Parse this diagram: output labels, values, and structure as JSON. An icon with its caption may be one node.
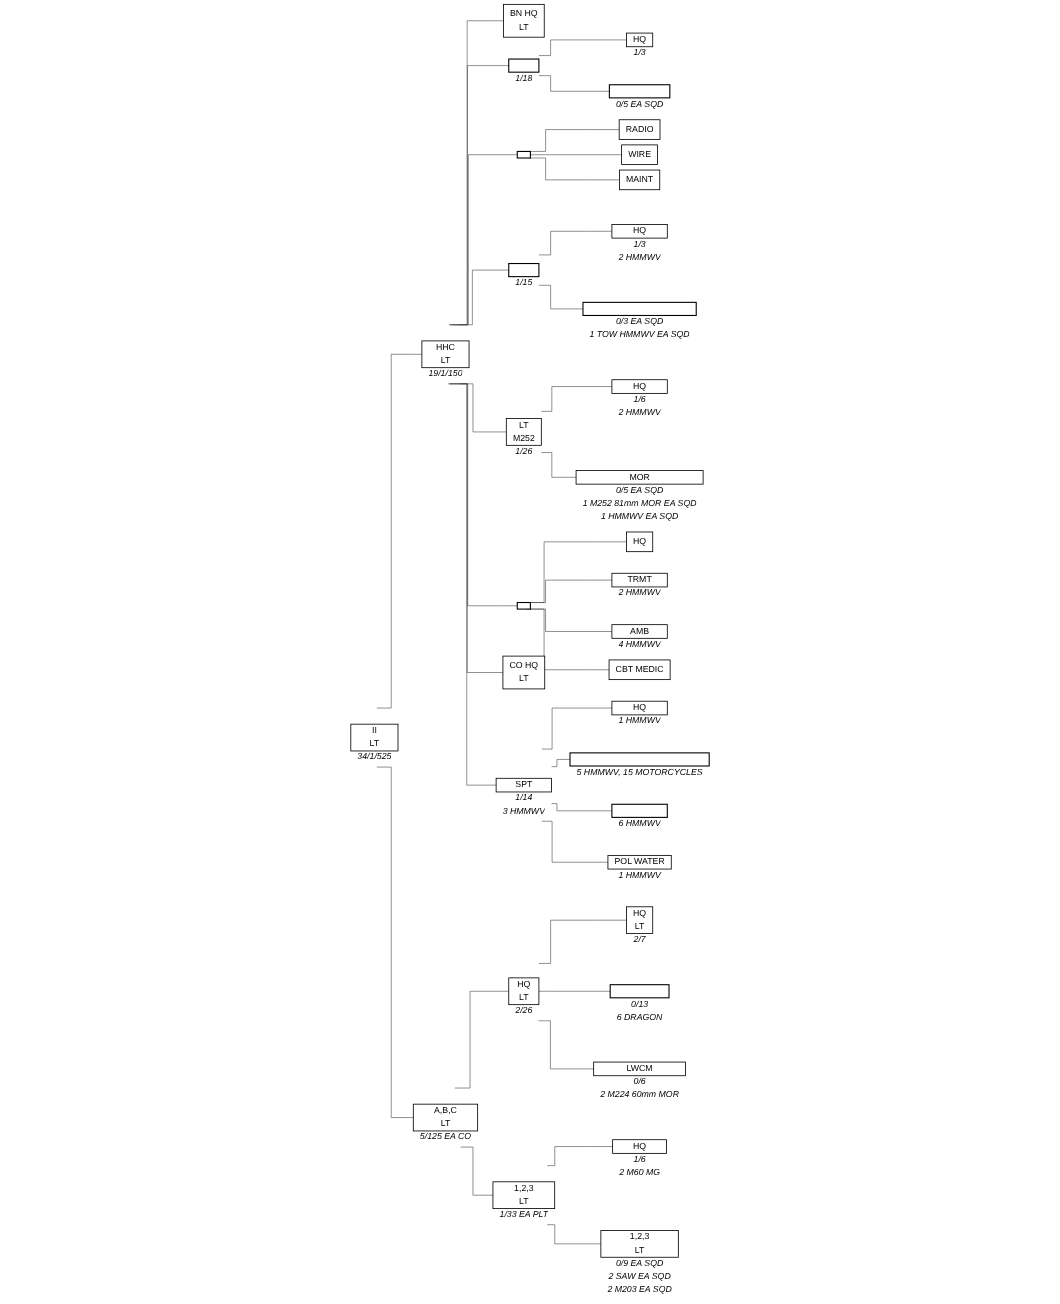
{
  "diagram": {
    "nodes": [
      {
        "text": [
          "II",
          "LT"
        ],
        "beside": [
          "34/1/525"
        ]
      },
      {
        "text": [
          "HHC",
          "LT"
        ],
        "beside": [
          "19/1/150"
        ]
      },
      {
        "text": [
          "A,B,C",
          "LT"
        ],
        "beside": [
          "5/125 EA CO"
        ]
      },
      {
        "text": [
          "HQ",
          "LT"
        ],
        "beside": [
          "2/26"
        ]
      },
      {
        "text": [
          "1,2,3",
          "LT"
        ],
        "beside": [
          "1/33 EA PLT"
        ]
      },
      {
        "text": [
          "HQ",
          "LT"
        ],
        "beside": [
          "2/7"
        ]
      },
      {
        "text": [],
        "shape": "box",
        "beside": [
          "0/13",
          "6 DRAGON"
        ]
      },
      {
        "text": [
          "LWCM"
        ],
        "beside": [
          "0/6",
          "2 M224 60mm MOR"
        ]
      },
      {
        "text": [
          "HQ"
        ],
        "beside": [
          "1/6",
          "2 M60 MG"
        ]
      },
      {
        "text": [
          "1,2,3",
          "LT"
        ],
        "beside": [
          "0/9 EA SQD",
          "2 SAW EA SQD",
          "2 M203 EA SQD"
        ]
      },
      {
        "text": [
          "BN HQ",
          "LT"
        ]
      },
      {
        "text": [],
        "shape": "box",
        "beside": [
          "1/18"
        ]
      },
      {
        "text": [
          "HQ"
        ],
        "beside": [
          "1/3"
        ]
      },
      {
        "text": [],
        "shape": "box",
        "beside": [
          "0/5 EA SQD"
        ]
      },
      {
        "text": [],
        "shape": "box"
      },
      {
        "text": [
          "RADIO"
        ]
      },
      {
        "text": [
          "WIRE"
        ]
      },
      {
        "text": [
          "MAINT"
        ]
      },
      {
        "text": [],
        "shape": "box",
        "beside": [
          "1/15"
        ]
      },
      {
        "text": [
          "HQ"
        ],
        "beside": [
          "1/3",
          "2 HMMWV"
        ]
      },
      {
        "text": [],
        "shape": "box",
        "beside": [
          "0/3 EA SQD",
          "1 TOW HMMWV EA SQD"
        ]
      },
      {
        "text": [
          "LT",
          "M252"
        ],
        "beside": [
          "1/26"
        ]
      },
      {
        "text": [
          "HQ"
        ],
        "beside": [
          "1/6",
          "2 HMMWV"
        ]
      },
      {
        "text": [
          "MOR"
        ],
        "beside": [
          "0/5 EA SQD",
          "1 M252 81mm MOR EA SQD",
          "1 HMMWV EA SQD"
        ]
      },
      {
        "text": [],
        "shape": "box"
      },
      {
        "text": [
          "HQ"
        ]
      },
      {
        "text": [
          "TRMT"
        ],
        "beside": [
          "2 HMMWV"
        ]
      },
      {
        "text": [
          "AMB"
        ],
        "beside": [
          "4 HMMWV"
        ]
      },
      {
        "text": [
          "CBT MEDIC"
        ]
      },
      {
        "text": [
          "CO HQ",
          "LT"
        ]
      },
      {
        "text": [
          "SPT"
        ],
        "beside": [
          "1/14",
          "3 HMMWV"
        ]
      },
      {
        "text": [
          "HQ"
        ],
        "beside": [
          "1 HMMWV"
        ]
      },
      {
        "text": [],
        "shape": "box",
        "beside": [
          "5 HMMWV, 15 MOTORCYCLES"
        ]
      },
      {
        "text": [],
        "shape": "box",
        "beside": [
          "6 HMMWV"
        ]
      },
      {
        "text": [
          "POL WATER"
        ],
        "beside": [
          "1 HMMWV"
        ]
      }
    ],
    "edges": [
      {
        "from": 0,
        "to": 1,
        "arrow": "none"
      },
      {
        "from": 0,
        "to": 2,
        "arrow": "none"
      },
      {
        "from": 2,
        "to": 3,
        "arrow": "none"
      },
      {
        "from": 2,
        "to": 4,
        "arrow": "none"
      },
      {
        "from": 3,
        "to": 5,
        "arrow": "none"
      },
      {
        "from": 3,
        "to": 6,
        "arrow": "none"
      },
      {
        "from": 3,
        "to": 7,
        "arrow": "none"
      },
      {
        "from": 4,
        "to": 8,
        "arrow": "none"
      },
      {
        "from": 4,
        "to": 9,
        "arrow": "none"
      },
      {
        "from": 1,
        "to": 10,
        "arrow": "none"
      },
      {
        "from": 1,
        "to": 11,
        "arrow": "none"
      },
      {
        "from": 1,
        "to": 14,
        "arrow": "none"
      },
      {
        "from": 1,
        "to": 18,
        "arrow": "none"
      },
      {
        "from": 1,
        "to": 21,
        "arrow": "none"
      },
      {
        "from": 1,
        "to": 24,
        "arrow": "none"
      },
      {
        "from": 1,
        "to": 29,
        "arrow": "none"
      },
      {
        "from": 1,
        "to": 30,
        "arrow": "none"
      },
      {
        "from": 11,
        "to": 12,
        "arrow": "none"
      },
      {
        "from": 11,
        "to": 13,
        "arrow": "none"
      },
      {
        "from": 14,
        "to": 15,
        "arrow": "none"
      },
      {
        "from": 14,
        "to": 16,
        "arrow": "none"
      },
      {
        "from": 14,
        "to": 17,
        "arrow": "none"
      },
      {
        "from": 18,
        "to": 19,
        "arrow": "none"
      },
      {
        "from": 18,
        "to": 20,
        "arrow": "none"
      },
      {
        "from": 21,
        "to": 22,
        "arrow": "none"
      },
      {
        "from": 21,
        "to": 23,
        "arrow": "none"
      },
      {
        "from": 24,
        "to": 25,
        "arrow": "none"
      },
      {
        "from": 24,
        "to": 26,
        "arrow": "none"
      },
      {
        "from": 24,
        "to": 27,
        "arrow": "none"
      },
      {
        "from": 24,
        "to": 28,
        "arrow": "none"
      },
      {
        "from": 30,
        "to": 31,
        "arrow": "none"
      },
      {
        "from": 30,
        "to": 32,
        "arrow": "none"
      },
      {
        "from": 30,
        "to": 33,
        "arrow": "none"
      },
      {
        "from": 30,
        "to": 34,
        "arrow": "none"
      }
    ]
  }
}
